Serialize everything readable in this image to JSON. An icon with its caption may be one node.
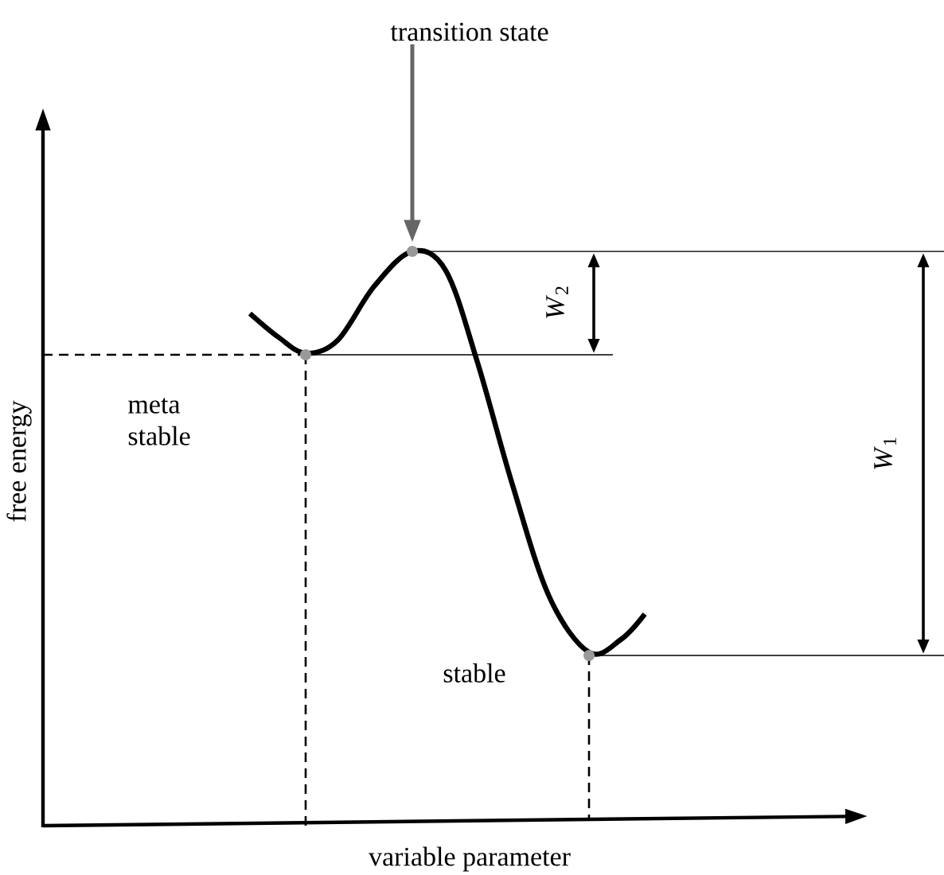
{
  "diagram": {
    "nodes": [
      {
        "text": [
          "transition state"
        ]
      },
      {
        "text": [],
        "shape": "circle"
      },
      {
        "text": [],
        "shape": "circle"
      },
      {
        "text": [],
        "shape": "circle",
        "beside": [
          "stable"
        ]
      }
    ],
    "edges": [
      {
        "from": 0,
        "to": 1,
        "arrow": "to",
        "color": "#666666"
      }
    ],
    "labels": [
      "meta stable",
      "*W*$_{2}$",
      "*W*$_{1}$",
      "free energy",
      "variable parameter"
    ]
  }
}
